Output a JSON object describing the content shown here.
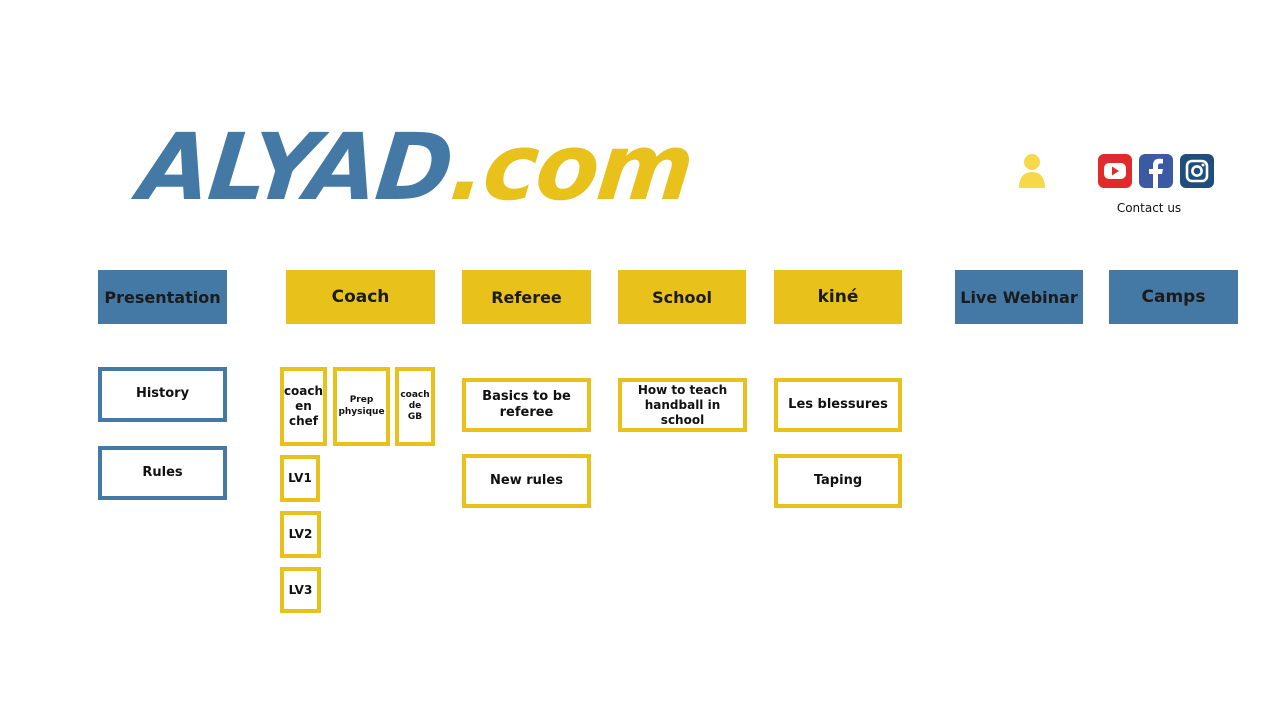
{
  "header": {
    "logo_main": "ALYAD",
    "logo_suffix": ".com",
    "contact_label": "Contact us",
    "icons": [
      "user-icon",
      "youtube-icon",
      "facebook-icon",
      "instagram-icon"
    ]
  },
  "nav": {
    "presentation": "Presentation",
    "coach": "Coach",
    "referee": "Referee",
    "school": "School",
    "kine": "kiné",
    "live_webinar": "Live Webinar",
    "camps": "Camps"
  },
  "submenus": {
    "presentation": [
      "History",
      "Rules"
    ],
    "coach": [
      "coach en chef",
      "Prep physique",
      "coach de GB",
      "LV1",
      "LV2",
      "LV3"
    ],
    "referee": [
      "Basics to be referee",
      "New rules"
    ],
    "school": [
      "How to teach handball in school"
    ],
    "kine": [
      "Les blessures",
      "Taping"
    ]
  },
  "colors": {
    "blue": "#4479a6",
    "yellow": "#e8c11b",
    "youtube": "#e12b2b",
    "facebook": "#3b5aa3",
    "instagram": "#1e4f7c"
  }
}
